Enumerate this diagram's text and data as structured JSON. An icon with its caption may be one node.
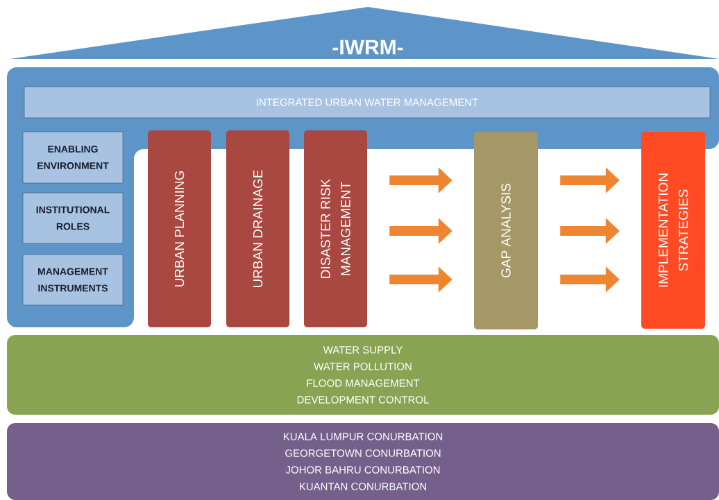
{
  "diagram": {
    "nodes": [
      {
        "text": [
          "-IWRM-"
        ]
      },
      {
        "text": [],
        "shape": "box"
      },
      {
        "text": [
          "INTEGRATED URBAN WATER MANAGEMENT"
        ],
        "in": 1
      },
      {
        "text": [
          "ENABLING ENVIRONMENT"
        ],
        "in": 1
      },
      {
        "text": [
          "INSTITUTIONAL ROLES"
        ],
        "in": 1
      },
      {
        "text": [
          "MANAGEMENT INSTRUMENTS"
        ],
        "in": 1
      },
      {
        "text": [
          "URBAN PLANNING"
        ]
      },
      {
        "text": [
          "URBAN DRAINAGE"
        ]
      },
      {
        "text": [
          "DISASTER RISK MANAGEMENT"
        ]
      },
      {
        "text": [
          "GAP ANALYSIS"
        ]
      },
      {
        "text": [
          "IMPLEMENTATION STRATEGIES"
        ]
      },
      {
        "text": [
          "WATER SUPPLY",
          "WATER POLLUTION",
          "FLOOD MANAGEMENT",
          "DEVELOPMENT CONTROL"
        ]
      },
      {
        "text": [
          "KUALA LUMPUR CONURBATION",
          "GEORGETOWN CONURBATION",
          "JOHOR BAHRU CONURBATION",
          "KUANTAN CONURBATION"
        ]
      }
    ],
    "edges": [
      {
        "from": 8,
        "to": 9,
        "arrow": "to"
      },
      {
        "from": 8,
        "to": 9,
        "arrow": "to"
      },
      {
        "from": 8,
        "to": 9,
        "arrow": "to"
      },
      {
        "from": 9,
        "to": 10,
        "arrow": "to"
      },
      {
        "from": 9,
        "to": 10,
        "arrow": "to"
      },
      {
        "from": 9,
        "to": 10,
        "arrow": "to"
      }
    ]
  }
}
